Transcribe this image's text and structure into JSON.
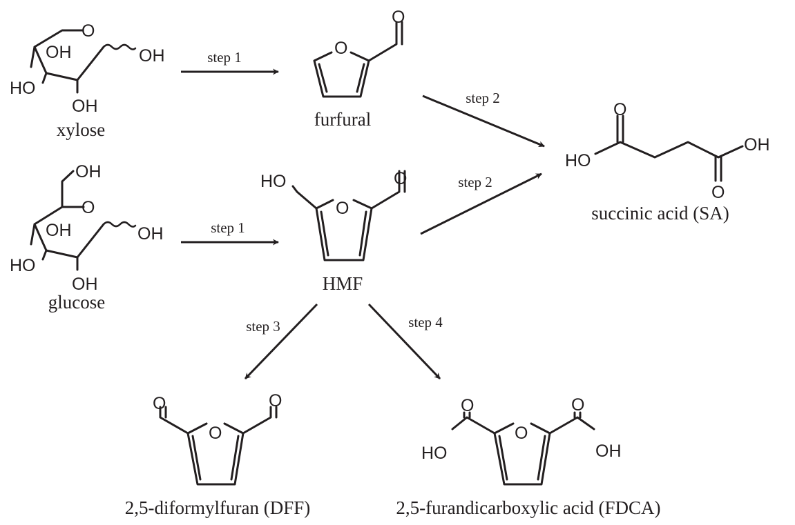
{
  "colors": {
    "ink": "#231f20",
    "background": "#ffffff"
  },
  "atoms": {
    "hydroxyl": "OH",
    "hydroxyl_left": "HO",
    "oxygen": "O"
  },
  "compounds": {
    "xylose": "xylose",
    "glucose": "glucose",
    "furfural": "furfural",
    "hmf": "HMF",
    "succinic_acid": "succinic acid (SA)",
    "dff": "2,5-diformylfuran (DFF)",
    "fdca": "2,5-furandicarboxylic acid (FDCA)"
  },
  "steps": {
    "xylose_to_furfural": "step 1",
    "glucose_to_hmf": "step 1",
    "furfural_to_sa": "step 2",
    "hmf_to_sa": "step 2",
    "hmf_to_dff": "step 3",
    "hmf_to_fdca": "step 4"
  }
}
